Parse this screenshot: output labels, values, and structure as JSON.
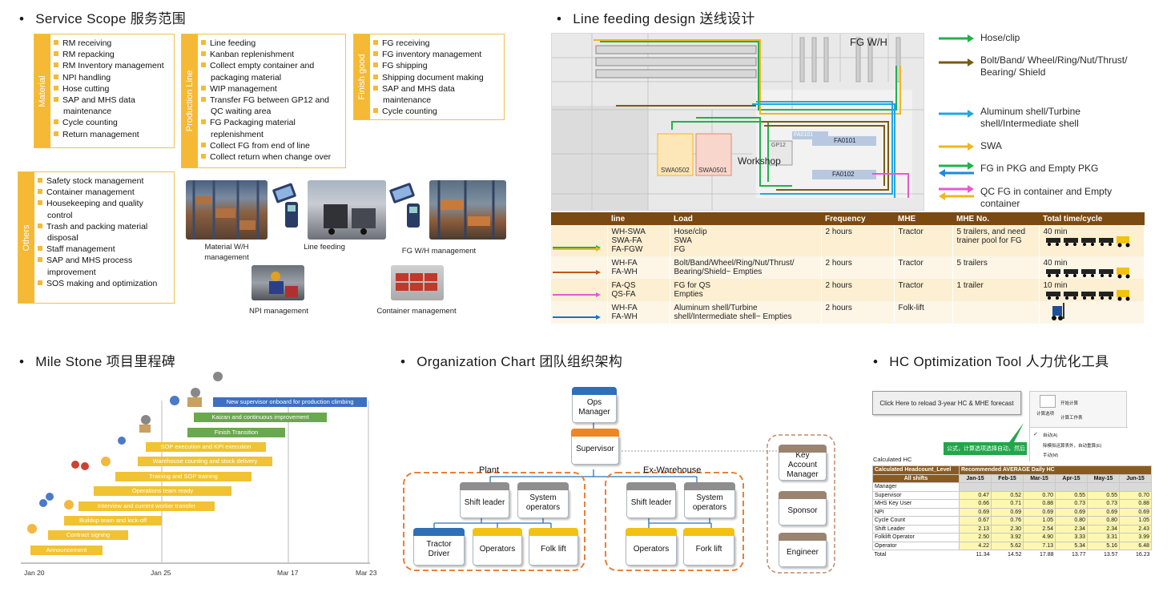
{
  "titles": {
    "service_scope": "Service Scope 服务范围",
    "line_feeding": "Line feeding design 送线设计",
    "milestone": "Mile Stone 项目里程碑",
    "org_chart": "Organization Chart 团队组织架构",
    "hc_tool": "HC Optimization Tool 人力优化工具",
    "bullet": "•"
  },
  "service_scope": {
    "material": {
      "label": "Material",
      "items": [
        "RM receiving",
        "RM repacking",
        "RM Inventory management",
        "NPI handling",
        "Hose cutting",
        "SAP and MHS data maintenance",
        "Cycle counting",
        "Return management"
      ]
    },
    "production_line": {
      "label": "Production Line",
      "items": [
        "Line feeding",
        "Kanban replenishment",
        "Collect empty container and packaging material",
        "WIP management",
        "Transfer FG between GP12 and QC waiting area",
        "FG Packaging material replenishment",
        "Collect FG from end of line",
        "Collect return when change over"
      ]
    },
    "finish_good": {
      "label": "Finish good",
      "items": [
        "FG receiving",
        "FG inventory management",
        "FG shipping",
        "Shipping document making",
        "SAP and MHS data maintenance",
        "Cycle counting"
      ]
    },
    "others": {
      "label": "Others",
      "items": [
        "Safety stock management",
        "Container management",
        "Housekeeping and quality control",
        "Trash and packing material disposal",
        "Staff management",
        "SAP and MHS process improvement",
        "SOS making and optimization"
      ]
    },
    "photos": [
      "Material W/H management",
      "Line feeding",
      "FG W/H management",
      "NPI  management",
      "Container management"
    ]
  },
  "line_feeding": {
    "map_labels": {
      "fg_wh": "FG W/H",
      "workshop": "Workshop",
      "swa0502": "SWA0502",
      "swa0501": "SWA0501",
      "fa0101a": "FA0101",
      "fa0101b": "FA0101",
      "fa0102": "FA0102",
      "gp12": "GP12"
    },
    "legend": [
      {
        "label": "Hose/clip",
        "color": "#22b14c"
      },
      {
        "label": "Bolt/Band/ Wheel/Ring/Nut/Thrust/ Bearing/ Shield",
        "color": "#7b5a12"
      },
      {
        "label": "Aluminum shell/Turbine shell/Intermediate shell",
        "color": "#22a6e0"
      },
      {
        "label": "SWA",
        "color": "#f3b51f"
      },
      {
        "label": "FG in PKG and Empty PKG",
        "color": "#22b14c",
        "color2": "#1e88e5"
      },
      {
        "label": "QC FG in container and Empty container",
        "color": "#e55ad0",
        "color2": "#f3b51f"
      }
    ],
    "table": {
      "headers": [
        "line",
        "Load",
        "Frequency",
        "MHE",
        "MHE No.",
        "Total time/cycle"
      ],
      "rows": [
        {
          "line": "WH-SWA\nSWA-FA\nFA-FGW",
          "load": "Hose/clip\nSWA\nFG",
          "freq": "2 hours",
          "mhe": "Tractor",
          "mhe_no": "5 trailers, and need trainer pool for FG",
          "time": "40 min"
        },
        {
          "line": "WH-FA\nFA-WH",
          "load": "Bolt/Band/Wheel/Ring/Nut/Thrust/\nBearing/Shield~ Empties",
          "freq": "2 hours",
          "mhe": "Tractor",
          "mhe_no": "5 trailers",
          "time": "40 min"
        },
        {
          "line": "FA-QS\nQS-FA",
          "load": "FG for QS\nEmpties",
          "freq": "2 hours",
          "mhe": "Tractor",
          "mhe_no": "1 trailer",
          "time": "10 min"
        },
        {
          "line": "WH-FA\nFA-WH",
          "load": "Aluminum shell/Turbine\nshell/Intermediate shell~ Empties",
          "freq": "2 hours",
          "mhe": "Folk-lift",
          "mhe_no": "",
          "time": ""
        }
      ]
    }
  },
  "milestone": {
    "bars": [
      {
        "label": "New supervisor onboard for production climbing",
        "color": "#3e6fc0"
      },
      {
        "label": "Kaizan and continuous improvement",
        "color": "#6aa84f"
      },
      {
        "label": "Finish Transition",
        "color": "#6aa84f"
      },
      {
        "label": "SOP execution and KPI execution",
        "color": "#f1c232"
      },
      {
        "label": "Warehouse counting and stock delivery",
        "color": "#f1c232"
      },
      {
        "label": "Training and SOP training",
        "color": "#f1c232"
      },
      {
        "label": "Operations team ready",
        "color": "#f1c232"
      },
      {
        "label": "Interview and current worker transfer",
        "color": "#f1c232"
      },
      {
        "label": "Buildup team and kick-off",
        "color": "#f1c232"
      },
      {
        "label": "Contract signing",
        "color": "#f1c232"
      },
      {
        "label": "Announcement",
        "color": "#f1c232"
      }
    ],
    "ticks": [
      "Jan 20",
      "Jan 25",
      "Mar 17",
      "Mar 23"
    ]
  },
  "org": {
    "ops_manager": "Ops Manager",
    "supervisor": "Supervisor",
    "plant": "Plant",
    "ex_warehouse": "Ex-Warehouse",
    "plant_shift_leader": "Shift leader",
    "plant_system_operators": "System operators",
    "tractor_driver": "Tractor Driver",
    "plant_operators": "Operators",
    "plant_folk_lift": "Folk lift",
    "ex_shift_leader": "Shift leader",
    "ex_system_operators": "System operators",
    "ex_operators": "Operators",
    "ex_fork_lift": "Fork lift",
    "key_account_manager": "Key Account Manager",
    "sponsor": "Sponsor",
    "engineer": "Engineer"
  },
  "hc_tool": {
    "reload_button": "Click Here to reload 3-year HC & MHE forecast",
    "ribbon": {
      "calc_options": "计算选项",
      "start_calc": "开始计算",
      "calc_sheet": "计算工作表",
      "auto": "自动(A)",
      "auto_except": "除模拟运算表外，自动重算(E)",
      "manual": "手动(M)"
    },
    "callout": "公式，计算选项选择自动，然后",
    "calculated_hc": "Calculated HC",
    "header": [
      "Calculated Headcount_Level",
      "Recommended AVERAGE Daily HC"
    ],
    "columns": [
      "All shifts",
      "Jan-15",
      "Feb-15",
      "Mar-15",
      "Apr-15",
      "May-15",
      "Jun-15"
    ],
    "rows": [
      {
        "name": "Manager",
        "values": [
          "",
          "",
          "",
          "",
          "",
          ""
        ]
      },
      {
        "name": "Supervisor",
        "values": [
          "0.47",
          "0.52",
          "0.70",
          "0.55",
          "0.55",
          "0.70"
        ]
      },
      {
        "name": "MHS Key User",
        "values": [
          "0.66",
          "0.71",
          "0.88",
          "0.73",
          "0.73",
          "0.88"
        ]
      },
      {
        "name": "NPI",
        "values": [
          "0.69",
          "0.69",
          "0.69",
          "0.69",
          "0.69",
          "0.69"
        ]
      },
      {
        "name": "Cycle Count",
        "values": [
          "0.67",
          "0.76",
          "1.05",
          "0.80",
          "0.80",
          "1.05"
        ]
      },
      {
        "name": "Shift Leader",
        "values": [
          "2.13",
          "2.30",
          "2.54",
          "2.34",
          "2.34",
          "2.43"
        ]
      },
      {
        "name": "Folklift Operator",
        "values": [
          "2.50",
          "3.92",
          "4.90",
          "3.33",
          "3.31",
          "3.99"
        ]
      },
      {
        "name": "Operator",
        "values": [
          "4.22",
          "5.62",
          "7.13",
          "5.34",
          "5.16",
          "6.48"
        ]
      }
    ],
    "total": {
      "name": "Total",
      "values": [
        "11.34",
        "14.52",
        "17.88",
        "13.77",
        "13.57",
        "16.23"
      ]
    }
  }
}
